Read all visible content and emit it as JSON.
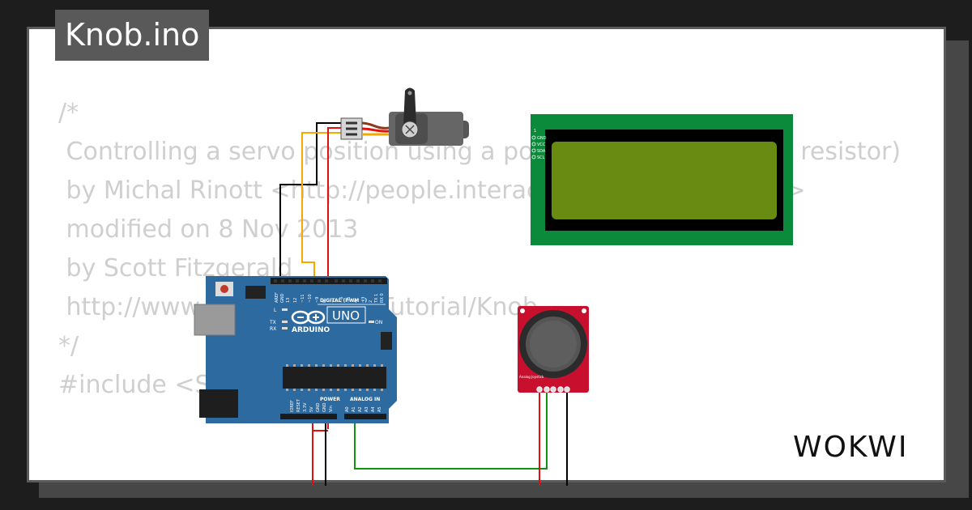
{
  "sketch": {
    "filename": "Knob.ino"
  },
  "code_lines": [
    "/*",
    " Controlling a servo position using a potentiometer (variable resistor)",
    " by Michal Rinott <http://people.interaction-ivrea.it/m.rinott>",
    "",
    " modified on 8 Nov 2013",
    " by Scott Fitzgerald",
    " http://www.arduino.cc/en/Tutorial/Knob",
    "*/",
    "",
    "#include <Servo.h>"
  ],
  "brand": {
    "logo_text": "WOKWI"
  },
  "board": {
    "name": "ARDUINO",
    "model": "UNO",
    "digital_header_label": "DIGITAL (PWM ~)",
    "analog_header_label": "ANALOG IN",
    "power_header_label": "POWER",
    "led_labels": [
      "L",
      "TX",
      "RX",
      "ON"
    ],
    "digital_pin_labels": [
      "AREF",
      "GND",
      "13",
      "12",
      "~11",
      "~10",
      "~9",
      "8",
      "7",
      "~6",
      "~5",
      "4",
      "~3",
      "2",
      "TX 1",
      "RX 0"
    ],
    "power_pin_labels": [
      "IOREF",
      "RESET",
      "3.3V",
      "5V",
      "GND",
      "GND",
      "Vin"
    ],
    "analog_pin_labels": [
      "A0",
      "A1",
      "A2",
      "A3",
      "A4",
      "A5"
    ]
  },
  "lcd": {
    "pin_labels": [
      "GND",
      "VCC",
      "SDA",
      "SCL"
    ]
  },
  "joystick": {
    "label": "Analog Joystick"
  },
  "colors": {
    "background": "#1d1d1d",
    "card": "#ffffff",
    "badge": "#595959",
    "code_text": "#cfcfcf",
    "arduino_blue": "#2d6aa0",
    "lcd_pcb": "#0c8a3c",
    "lcd_screen": "#6a8b12",
    "joystick_pcb": "#c8102e",
    "wire_signal": "#f7a800",
    "wire_power": "#e0100e",
    "wire_ground": "#000000",
    "wire_analog": "#119511"
  }
}
